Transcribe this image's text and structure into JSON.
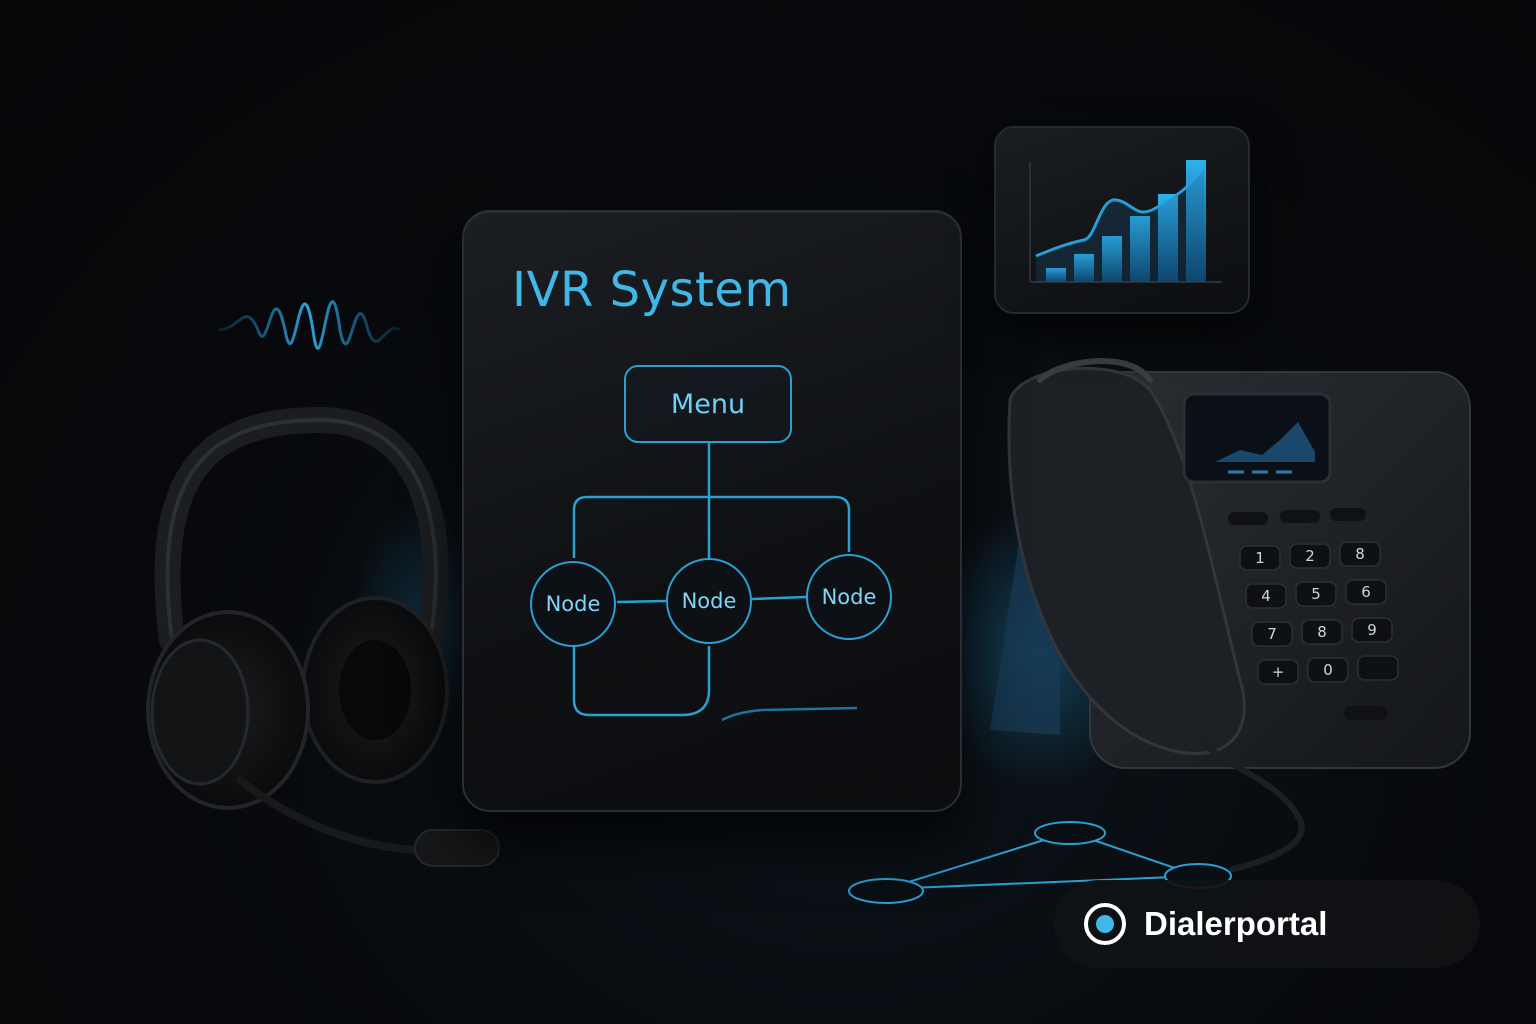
{
  "panel": {
    "title": "IVR System",
    "menu_label": "Menu",
    "nodes": [
      "Node",
      "Node",
      "Node"
    ]
  },
  "phone": {
    "keys": [
      "1",
      "2",
      "8",
      "4",
      "5",
      "6",
      "7",
      "8",
      "9",
      "+",
      "0",
      ""
    ]
  },
  "brand": {
    "name": "Dialerportal"
  },
  "colors": {
    "accent": "#3fb8e8",
    "background": "#07090c"
  }
}
